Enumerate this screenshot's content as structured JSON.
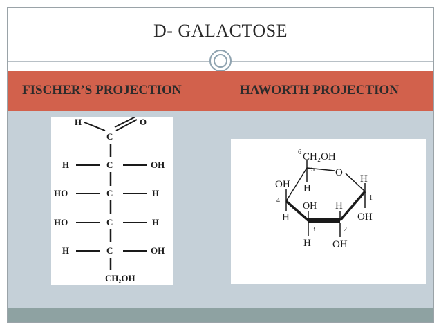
{
  "slide": {
    "title": "D- GALACTOSE",
    "left_heading": "FISCHER’S PROJECTION",
    "right_heading": "HAWORTH PROJECTION"
  },
  "fischer": {
    "top": {
      "h": "H",
      "c": "C",
      "o": "O"
    },
    "rows": [
      {
        "left": "H",
        "center": "C",
        "right": "OH"
      },
      {
        "left": "HO",
        "center": "C",
        "right": "H"
      },
      {
        "left": "HO",
        "center": "C",
        "right": "H"
      },
      {
        "left": "H",
        "center": "C",
        "right": "OH"
      }
    ],
    "bottom": "CH₂OH"
  },
  "haworth": {
    "ch2oh": "CH₂OH",
    "c6_number": "6",
    "ring_o": "O",
    "numbers": [
      "1",
      "2",
      "3",
      "4",
      "5"
    ],
    "substituents": {
      "c4_up": "OH",
      "c4_down": "H",
      "c5_down": "H",
      "c3_up": "OH",
      "c3_down": "H",
      "c2_up": "H",
      "c2_down": "OH",
      "c1_up": "H",
      "c1_down": "OH"
    }
  },
  "colors": {
    "header_band": "#d2614c",
    "body_band": "#c5d0d8",
    "footer_band": "#8ea2a2"
  }
}
